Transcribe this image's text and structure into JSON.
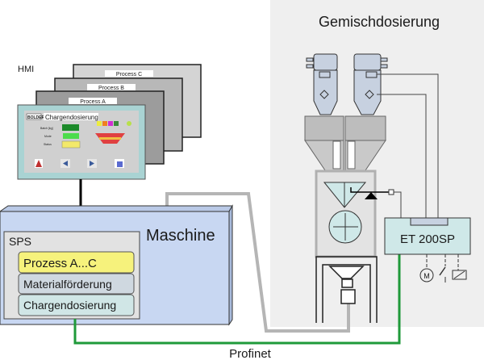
{
  "title": "Gemischdosierung",
  "hmi": {
    "label": "HMI",
    "screens": [
      "Process C",
      "Process B",
      "Process A"
    ],
    "main_screen": {
      "logo": "BOLDER",
      "title": "Chargendosierung",
      "fields": [
        "Batch [kg]",
        "Mode",
        "Status"
      ]
    }
  },
  "machine": {
    "label": "Maschine",
    "sps": {
      "label": "SPS",
      "modules": [
        {
          "label": "Prozess A...C",
          "color": "#f6f27c"
        },
        {
          "label": "Materialförderung",
          "color": "#cfd8e0"
        },
        {
          "label": "Chargendosierung",
          "color": "#d0e6e6"
        }
      ]
    }
  },
  "io": {
    "label": "ET 200SP",
    "motor_symbol": "M"
  },
  "network": {
    "label": "Profinet",
    "color": "#1f9a3a"
  },
  "colors": {
    "machine": "#c8d7f2",
    "io": "#cfe8e8",
    "loader": "#c7d1e0",
    "background_right": "#efefef"
  }
}
